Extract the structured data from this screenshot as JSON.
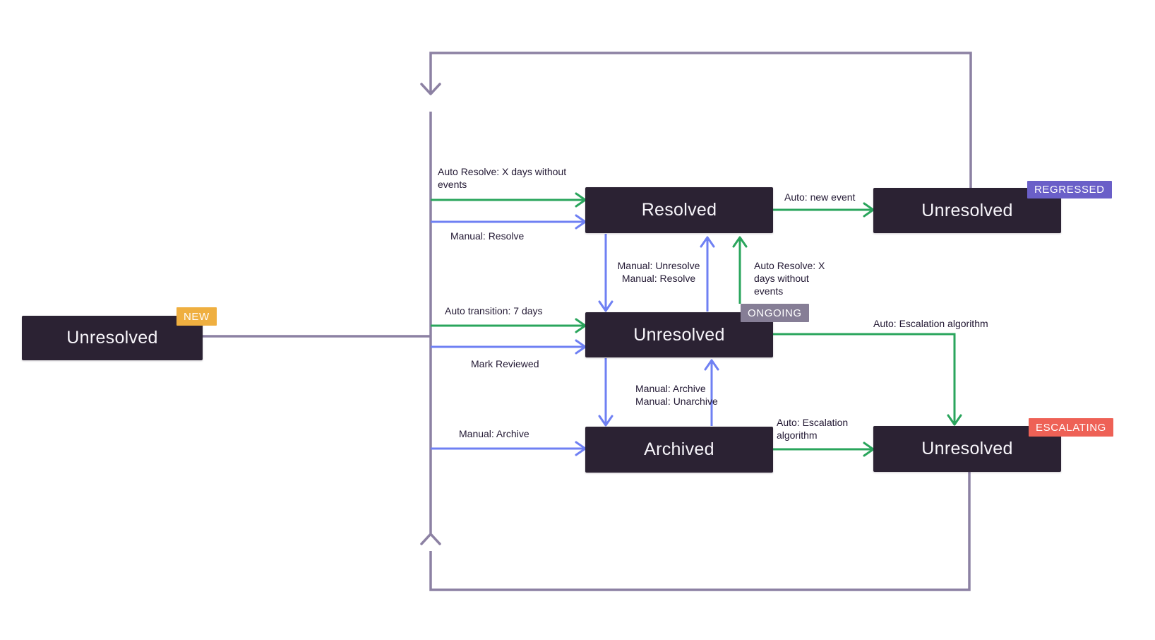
{
  "states": {
    "new": {
      "label": "Unresolved",
      "badge": "NEW",
      "badge_color": "#EFAF40"
    },
    "resolved": {
      "label": "Resolved"
    },
    "regressed": {
      "label": "Unresolved",
      "badge": "REGRESSED",
      "badge_color": "#6A5FC8"
    },
    "ongoing": {
      "label": "Unresolved",
      "badge": "ONGOING",
      "badge_color": "#867E96"
    },
    "archived": {
      "label": "Archived"
    },
    "escalating": {
      "label": "Unresolved",
      "badge": "ESCALATING",
      "badge_color": "#EE6156"
    }
  },
  "transitions": {
    "auto_resolve_from_new": [
      "Auto Resolve: X days without",
      "events"
    ],
    "manual_resolve_from_new": "Manual: Resolve",
    "auto_transition": "Auto transition: 7 days",
    "mark_reviewed": "Mark Reviewed",
    "manual_archive_from_new": "Manual: Archive",
    "resolved_ongoing_pair": [
      "Manual: Unresolve",
      "Manual: Resolve"
    ],
    "auto_resolve_from_ongoing": [
      "Auto Resolve: X",
      "days without",
      "events"
    ],
    "auto_new_event": "Auto: new event",
    "ongoing_archived_pair": [
      "Manual: Archive",
      "Manual: Unarchive"
    ],
    "auto_escalation_from_ongoing": "Auto: Escalation algorithm",
    "auto_escalation_from_archived": [
      "Auto: Escalation",
      "algorithm"
    ]
  },
  "colors": {
    "background": "#FFFFFF",
    "box_bg": "#2B2233",
    "box_text": "#F7F5FA",
    "label_text": "#221833",
    "auto_arrow_green": "#2AA55C",
    "manual_arrow_blue": "#6F80F3",
    "loop_arrow_purple": "#8C81A3"
  }
}
